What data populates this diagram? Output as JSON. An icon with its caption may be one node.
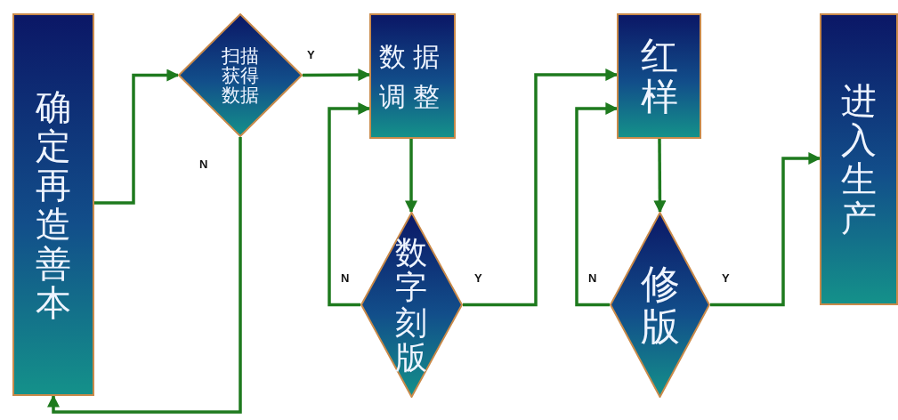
{
  "diagram": {
    "nodes": [
      {
        "text": [
          "确定再造善本"
        ]
      },
      {
        "text": [
          "扫描获得数据"
        ]
      },
      {
        "text": [
          "数据调整"
        ]
      },
      {
        "text": [
          "数字刻版"
        ]
      },
      {
        "text": [
          "红样"
        ]
      },
      {
        "text": [
          "修版"
        ]
      },
      {
        "text": [
          "进入生产"
        ]
      }
    ],
    "edges": [
      {
        "from": 0,
        "to": 1,
        "arrow": "to"
      },
      {
        "from": 1,
        "to": 2,
        "arrow": "to",
        "label": "Y"
      },
      {
        "from": 1,
        "to": 0,
        "arrow": "to",
        "label": "N"
      },
      {
        "from": 2,
        "to": 3,
        "arrow": "to"
      },
      {
        "from": 3,
        "to": 2,
        "arrow": "to",
        "label": "N"
      },
      {
        "from": 3,
        "to": 4,
        "arrow": "to",
        "label": "Y"
      },
      {
        "from": 4,
        "to": 5,
        "arrow": "to"
      },
      {
        "from": 5,
        "to": 4,
        "arrow": "to",
        "label": "N"
      },
      {
        "from": 5,
        "to": 6,
        "arrow": "to",
        "label": "Y"
      }
    ]
  }
}
